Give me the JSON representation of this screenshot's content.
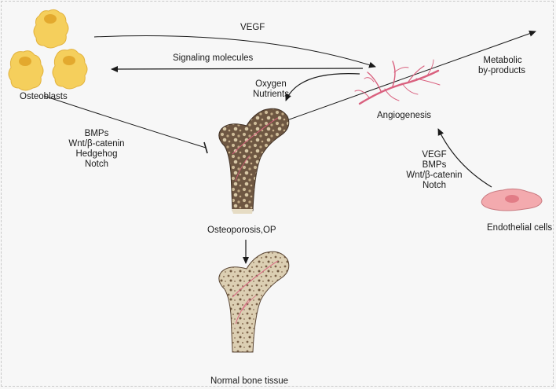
{
  "labels": {
    "vegf_top": "VEGF",
    "signaling": "Signaling molecules",
    "osteoblasts": "Osteoblasts",
    "oxygen": "Oxygen",
    "nutrients": "Nutrients",
    "metabolic": "Metabolic",
    "byproducts": "by-products",
    "angiogenesis": "Angiogenesis",
    "inhibitors": [
      "BMPs",
      "Wnt/β-catenin",
      "Hedgehog",
      "Notch"
    ],
    "endothelial_factors": [
      "VEGF",
      "BMPs",
      "Wnt/β-catenin",
      "Notch"
    ],
    "osteoporosis": "Osteoporosis,OP",
    "endothelial": "Endothelial cells",
    "normal_bone": "Normal bone tissue"
  },
  "colors": {
    "osteoblast_fill": "#f5cf5c",
    "osteoblast_nucleus": "#e3a92e",
    "vessel": "#d9607e",
    "endothelial_fill": "#f3aaae",
    "bone_dark": "#6b5440",
    "bone_light": "#d9cdb3",
    "arrow": "#1a1a1a"
  }
}
